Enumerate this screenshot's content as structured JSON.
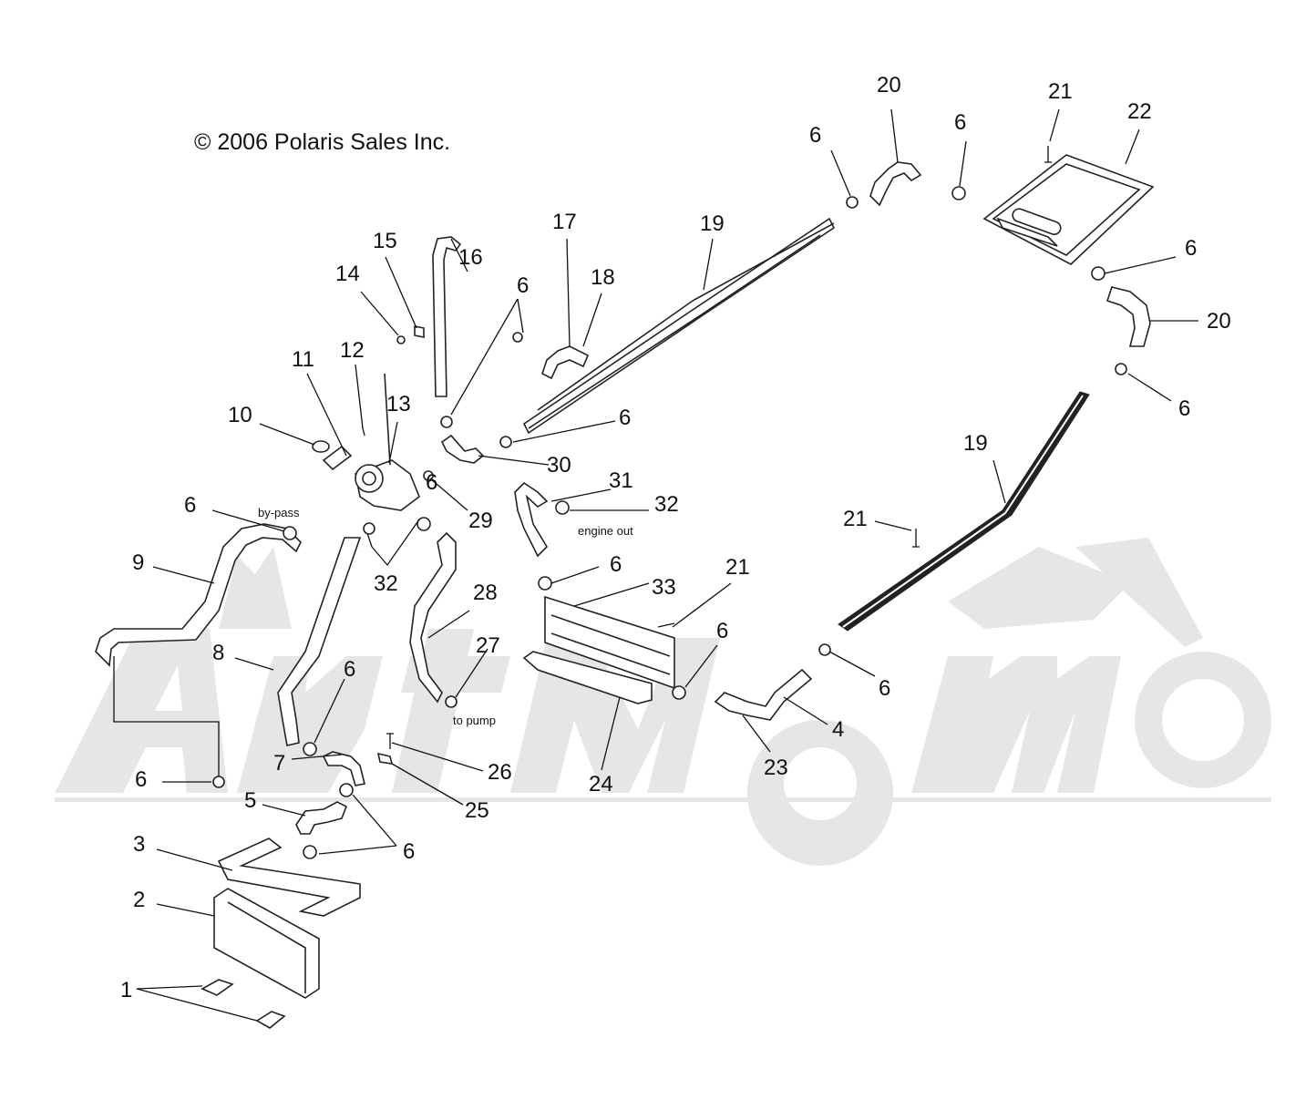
{
  "copyright": "© 2006 Polaris Sales Inc.",
  "notes": {
    "bypass": "by-pass",
    "engine_out": "engine out",
    "to_pump": "to pump"
  },
  "colors": {
    "line": "#222222",
    "watermark": "#e6e6e6"
  },
  "callouts": [
    "1",
    "2",
    "3",
    "4",
    "5",
    "6",
    "6",
    "6",
    "6",
    "6",
    "6",
    "6",
    "6",
    "6",
    "6",
    "6",
    "6",
    "6",
    "6",
    "7",
    "8",
    "9",
    "10",
    "11",
    "12",
    "13",
    "14",
    "15",
    "16",
    "17",
    "18",
    "19",
    "19",
    "20",
    "20",
    "21",
    "21",
    "21",
    "22",
    "23",
    "24",
    "25",
    "26",
    "27",
    "28",
    "29",
    "30",
    "31",
    "32",
    "32",
    "33"
  ]
}
